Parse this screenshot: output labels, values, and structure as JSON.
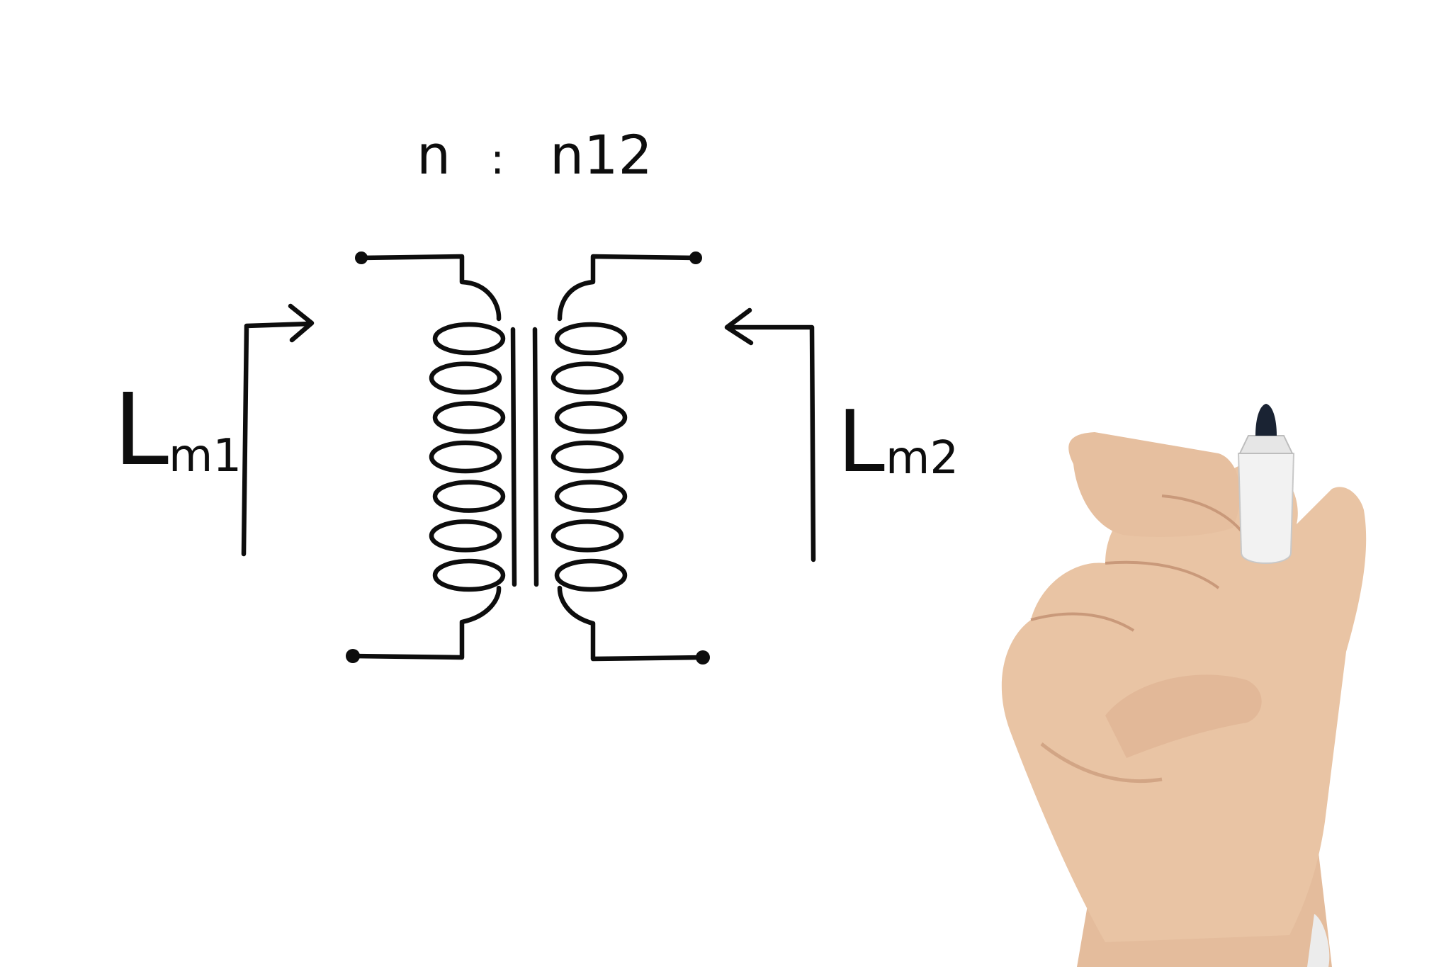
{
  "diagram": {
    "ratio": {
      "primary": "n",
      "separator": ":",
      "secondary": "n12"
    },
    "labels": {
      "left_inductance": {
        "symbol": "L",
        "subscript": "m1"
      },
      "right_inductance": {
        "symbol": "L",
        "subscript": "m2"
      }
    },
    "primary_coil_turns": 7,
    "secondary_coil_turns": 7,
    "core_lines": 2,
    "terminals": 4
  },
  "colors": {
    "background": "#ffffff",
    "ink": "#0d0d0d",
    "skin": "#e9c4a4",
    "marker_body": "#f2f2f2",
    "marker_tip": "#1a2333"
  },
  "icons": {
    "hand": "hand-holding-marker-icon"
  }
}
